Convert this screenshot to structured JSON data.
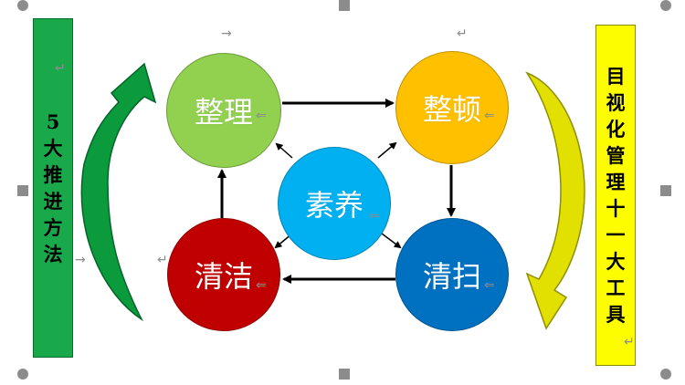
{
  "left_box": {
    "text": "5大推进方法",
    "chars": [
      "5",
      "大",
      "推",
      "进",
      "方",
      "法"
    ]
  },
  "right_box": {
    "text": "目视化管理十一大工具",
    "chars": [
      "目",
      "视",
      "化",
      "管",
      "理",
      "十",
      "一",
      "大",
      "工",
      "具"
    ]
  },
  "nodes": {
    "seiri": {
      "label": "整理",
      "color": "#92d050"
    },
    "seiton": {
      "label": "整顿",
      "color": "#ffc000"
    },
    "seiketsu": {
      "label": "清洁",
      "color": "#c00000"
    },
    "seiso": {
      "label": "清扫",
      "color": "#0070c0"
    },
    "shitsuke": {
      "label": "素养",
      "color": "#00b0f0"
    }
  },
  "cycle": [
    "整理",
    "整顿",
    "清扫",
    "清洁"
  ],
  "colors": {
    "left_box": "#19a94b",
    "right_box": "#fdfd00",
    "green_arrow": "#0b9a3c",
    "yellow_arrow": "#e1e000"
  },
  "marks": {
    "paragraph": "↵",
    "tab": "→",
    "return_arrow": "⇐"
  }
}
